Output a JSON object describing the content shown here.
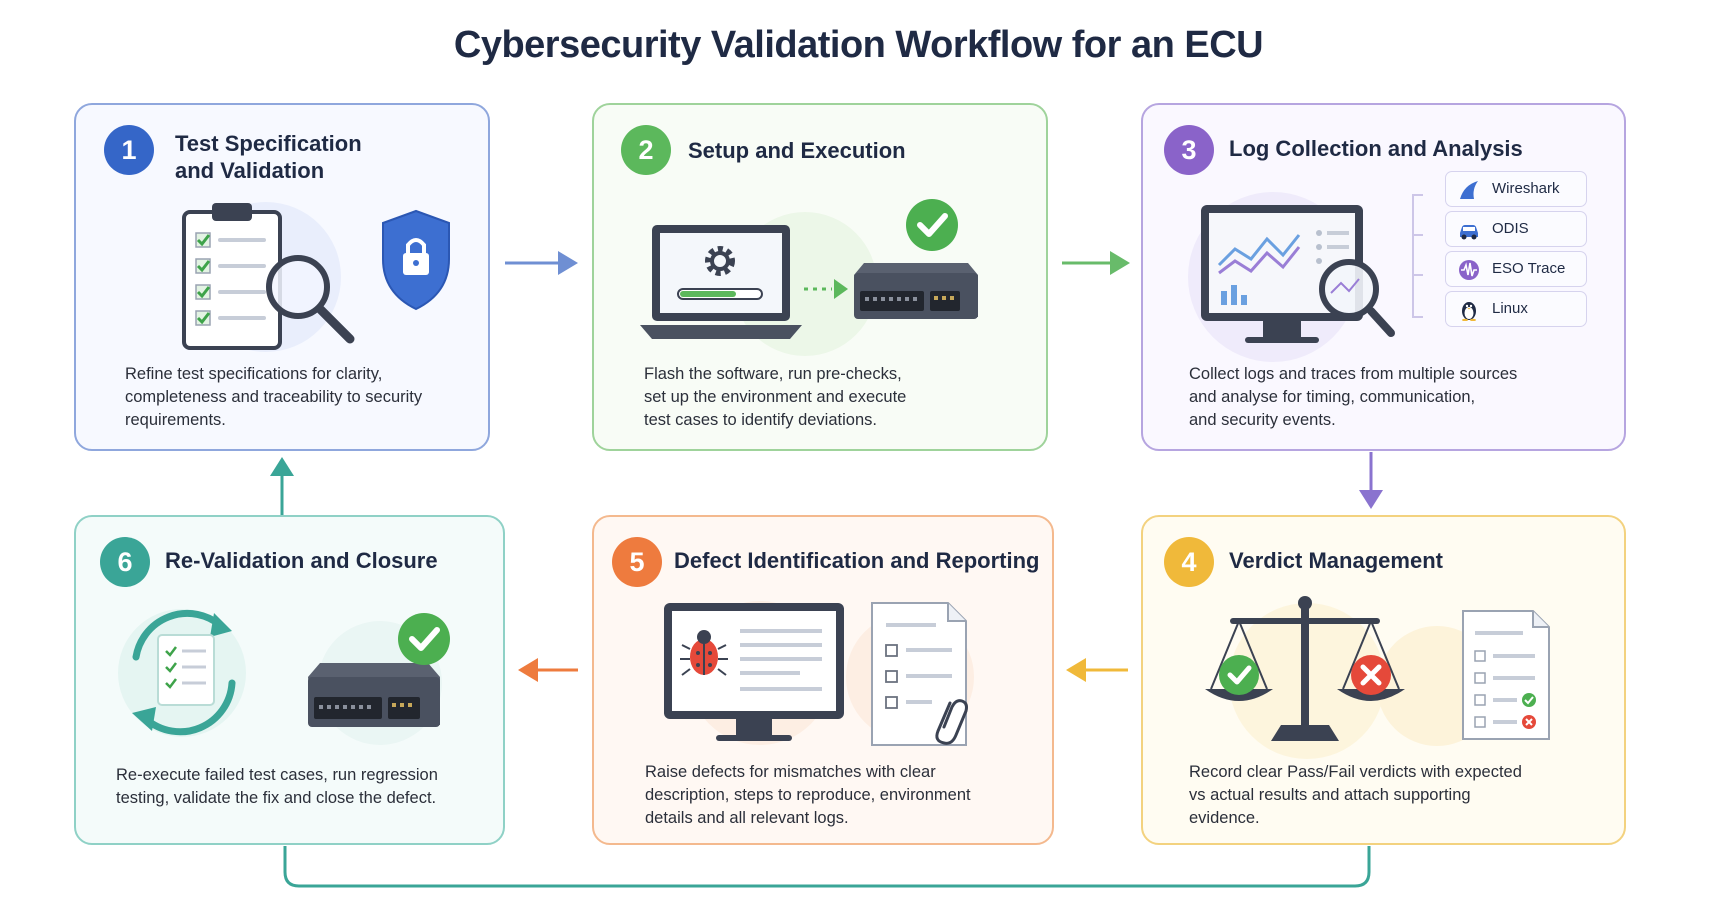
{
  "title": "Cybersecurity Validation Workflow for an ECU",
  "colors": {
    "blue": "#3566c8",
    "green": "#5cb85c",
    "purple": "#8a63c9",
    "yellow": "#f0b93a",
    "orange": "#ee7b3e",
    "teal": "#3aa597"
  },
  "steps": [
    {
      "number": "1",
      "title_line1": "Test Specification",
      "title_line2": "and Validation",
      "desc_lines": [
        "Refine test specifications for clarity,",
        "completeness and traceability to security",
        "requirements."
      ],
      "icons": [
        "clipboard-checklist-icon",
        "magnifier-icon",
        "shield-lock-icon"
      ]
    },
    {
      "number": "2",
      "title": "Setup and Execution",
      "desc_lines": [
        "Flash the software, run pre-checks,",
        "set up the environment and execute",
        "test cases to identify deviations."
      ],
      "icons": [
        "laptop-gear-icon",
        "progress-bar-icon",
        "ecu-device-icon",
        "check-circle-icon"
      ]
    },
    {
      "number": "3",
      "title": "Log Collection and Analysis",
      "desc_lines": [
        "Collect logs and traces from multiple sources",
        "and analyse for timing, communication,",
        "and security events."
      ],
      "tools": [
        {
          "label": "Wireshark",
          "icon": "wireshark-fin-icon"
        },
        {
          "label": "ODIS",
          "icon": "car-icon"
        },
        {
          "label": "ESO Trace",
          "icon": "waveform-icon"
        },
        {
          "label": "Linux",
          "icon": "penguin-icon"
        }
      ],
      "icons": [
        "monitor-chart-icon",
        "magnifier-icon"
      ]
    },
    {
      "number": "4",
      "title": "Verdict Management",
      "desc_lines": [
        "Record clear Pass/Fail verdicts with expected",
        "vs actual results and attach supporting",
        "evidence."
      ],
      "icons": [
        "balance-scale-icon",
        "pass-check-icon",
        "fail-cross-icon",
        "verdict-document-icon"
      ]
    },
    {
      "number": "5",
      "title": "Defect Identification and Reporting",
      "desc_lines": [
        "Raise defects for mismatches with clear",
        "description, steps to reproduce, environment",
        "details and all relevant logs."
      ],
      "icons": [
        "monitor-bug-icon",
        "report-document-icon",
        "paperclip-icon"
      ]
    },
    {
      "number": "6",
      "title": "Re-Validation and Closure",
      "desc_lines": [
        "Re-execute failed test cases, run regression",
        "testing, validate the fix and close the defect."
      ],
      "icons": [
        "cycle-arrows-icon",
        "checklist-icon",
        "ecu-device-icon",
        "check-circle-icon"
      ]
    }
  ]
}
